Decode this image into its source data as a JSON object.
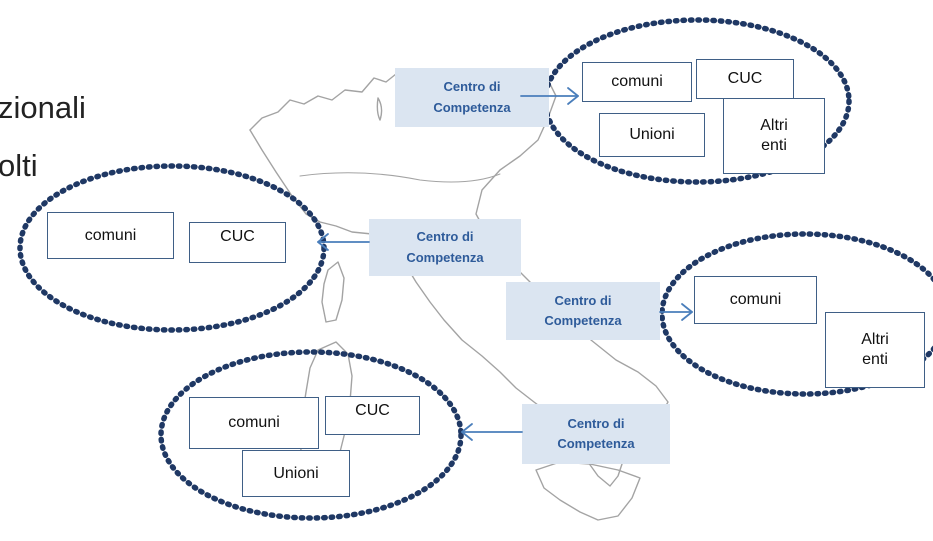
{
  "header_fragments": {
    "line1": "zionali",
    "line2": "olti"
  },
  "colors": {
    "ellipse_stroke": "#1f3864",
    "arrow": "#4a7ebb",
    "cdc_fill": "#dbe5f1",
    "cdc_text": "#2e5b9a",
    "box_border": "#3f5f86",
    "map_outline": "#9a9a9a"
  },
  "clusters": [
    {
      "id": "north-east",
      "competence_center": {
        "line1": "Centro di",
        "line2": "Competenza"
      },
      "entities": [
        "comuni",
        "CUC",
        "Unioni",
        "Altri\nenti"
      ]
    },
    {
      "id": "north-west",
      "competence_center": {
        "line1": "Centro di",
        "line2": "Competenza"
      },
      "entities": [
        "comuni",
        "CUC"
      ]
    },
    {
      "id": "center-east",
      "competence_center": {
        "line1": "Centro di",
        "line2": "Competenza"
      },
      "entities": [
        "comuni",
        "Altri\nenti"
      ]
    },
    {
      "id": "south",
      "competence_center": {
        "line1": "Centro di",
        "line2": "Competenza"
      },
      "entities": [
        "comuni",
        "CUC",
        "Unioni"
      ]
    }
  ]
}
